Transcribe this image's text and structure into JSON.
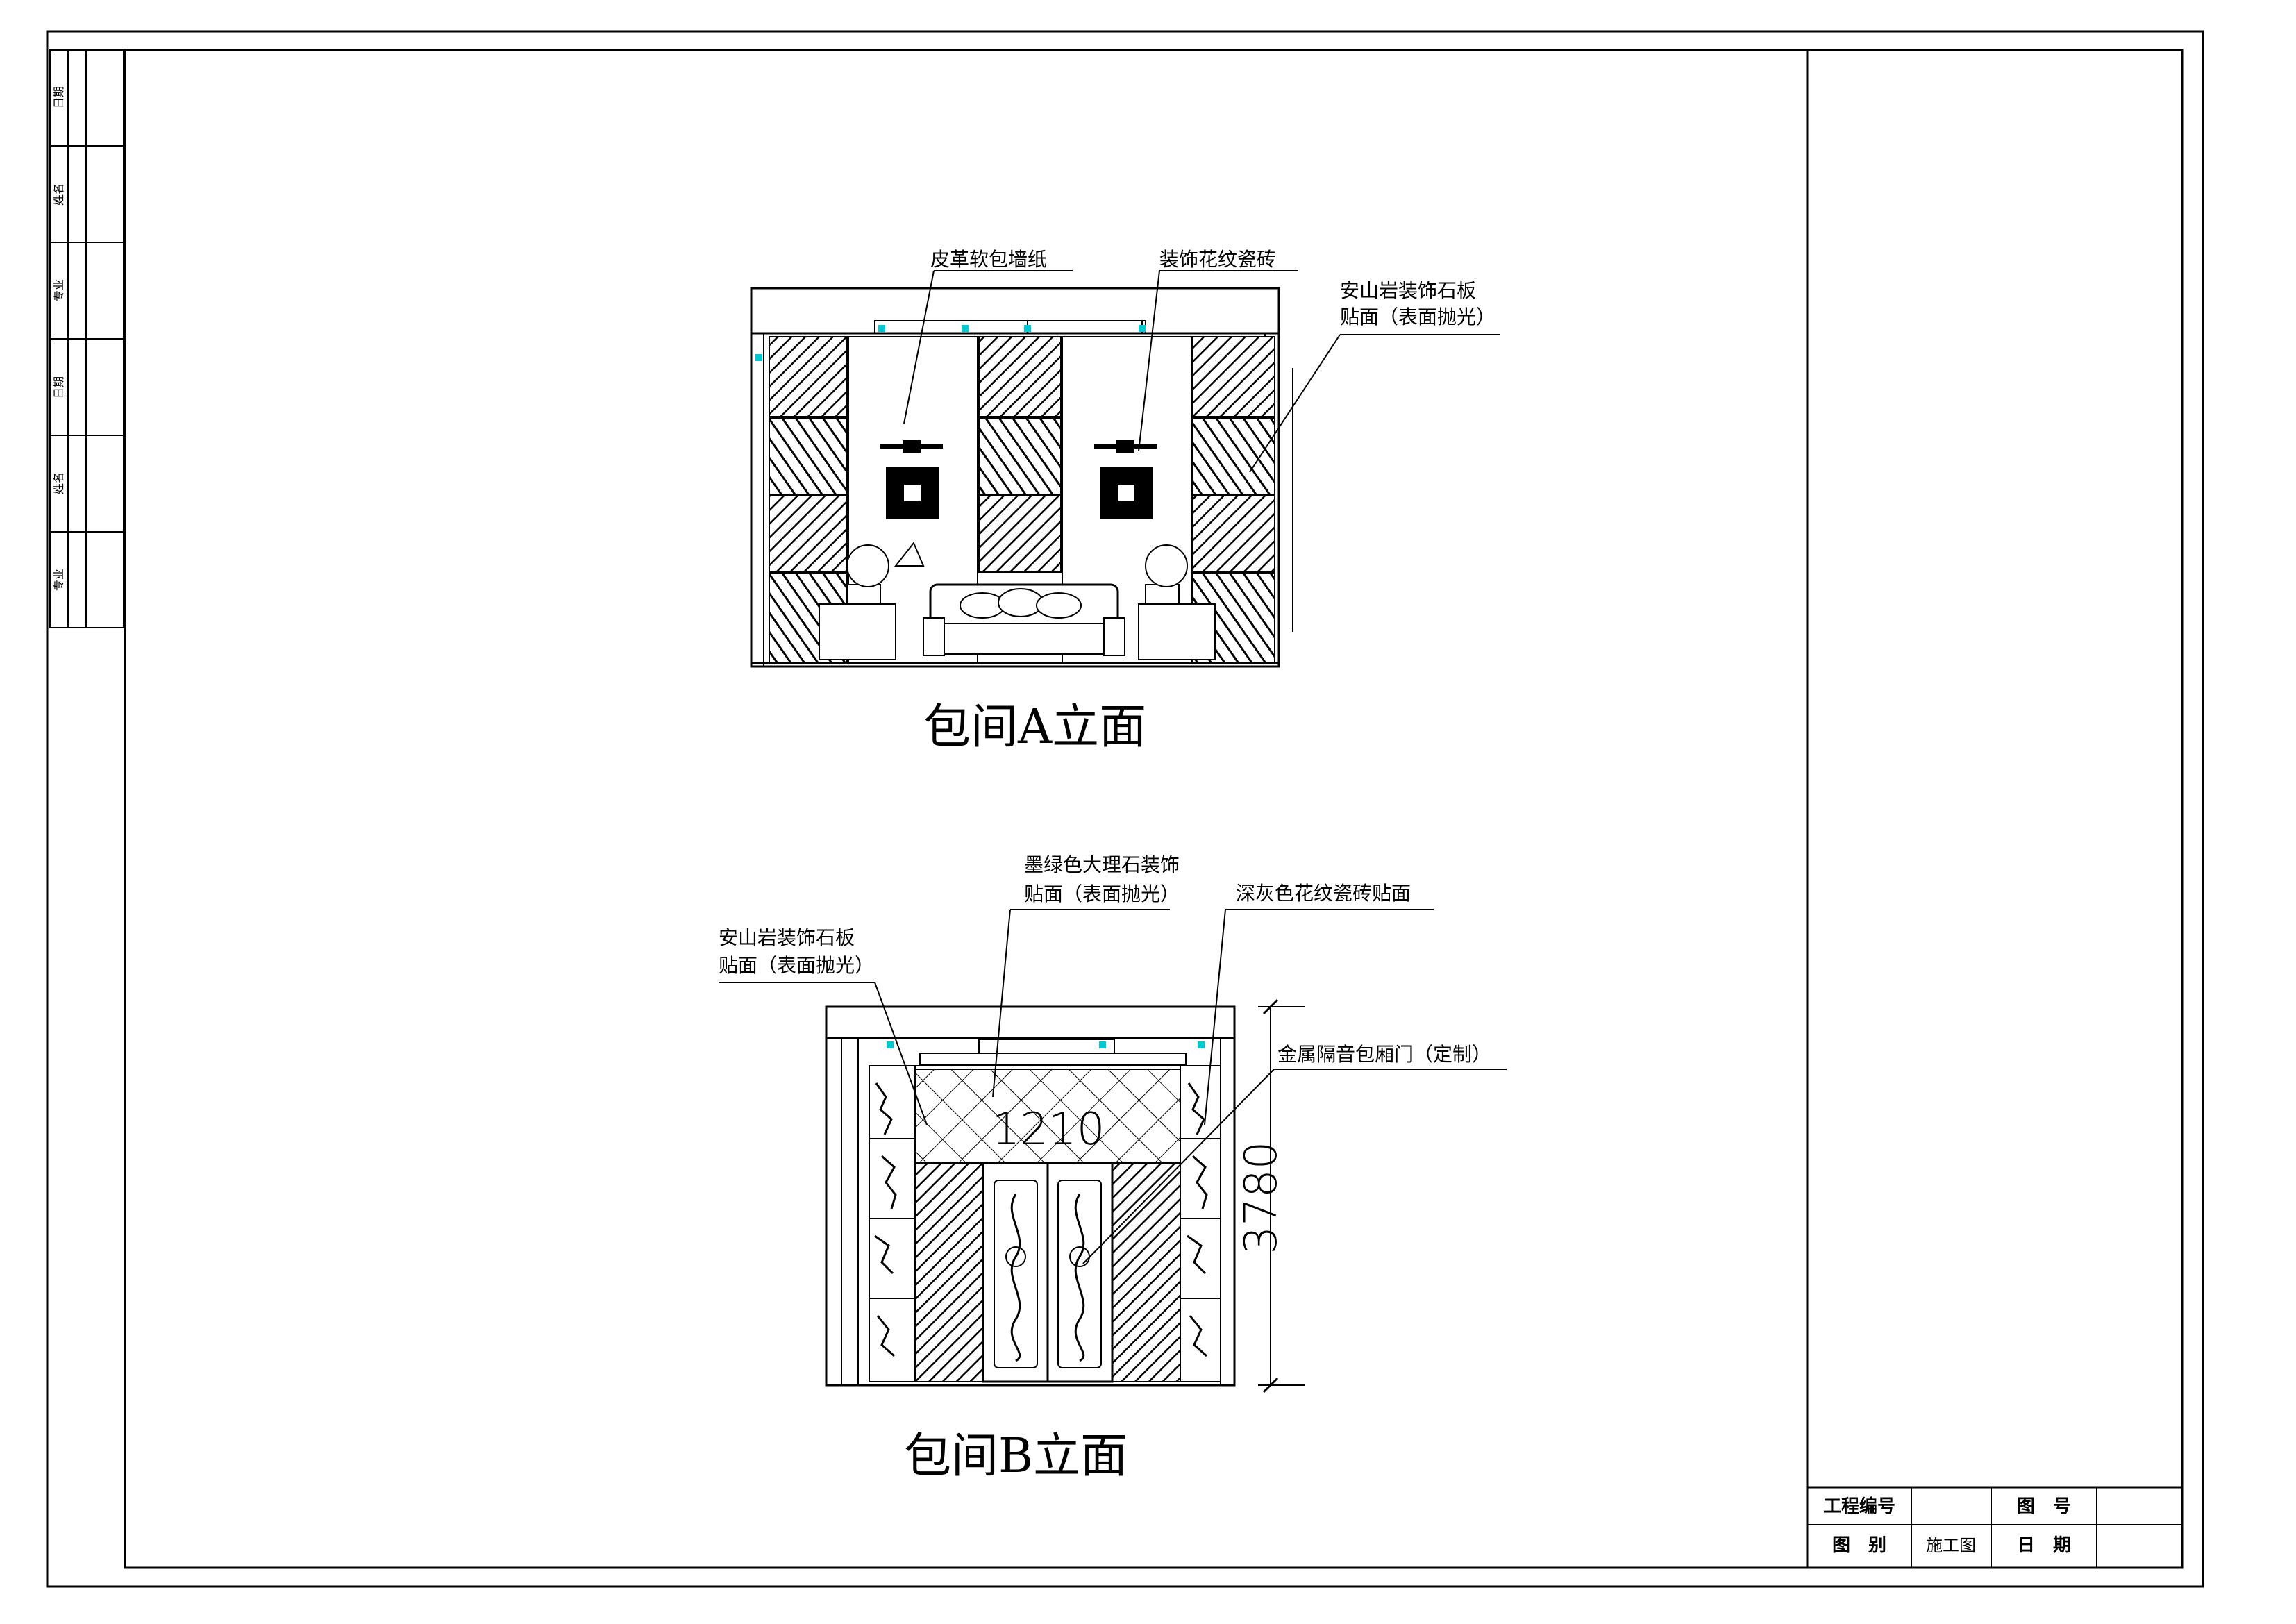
{
  "sheet": {
    "elevation_a": {
      "title": "包间A立面",
      "labels": {
        "leather_wallpaper": "皮革软包墙纸",
        "decor_tile": "装饰花纹瓷砖",
        "andesite_line1": "安山岩装饰石板",
        "andesite_line2": "贴面（表面抛光）"
      }
    },
    "elevation_b": {
      "title": "包间B立面",
      "dimension_width": "1210",
      "dimension_height": "3780",
      "labels": {
        "andesite_line1": "安山岩装饰石板",
        "andesite_line2": "贴面（表面抛光）",
        "marble_line1": "墨绿色大理石装饰",
        "marble_line2": "贴面（表面抛光）",
        "gray_tile": "深灰色花纹瓷砖贴面",
        "metal_door": "金属隔音包厢门（定制）"
      }
    },
    "title_block": {
      "project_no_label": "工程编号",
      "drawing_no_label": "图　号",
      "category_label": "图　别",
      "category_value": "施工图",
      "date_label": "日　期"
    },
    "side_strip": [
      "日期",
      "姓名",
      "专业",
      "日期",
      "姓名",
      "专业"
    ],
    "colors": {
      "line": "#000000",
      "accent": "#00c8d0"
    }
  }
}
